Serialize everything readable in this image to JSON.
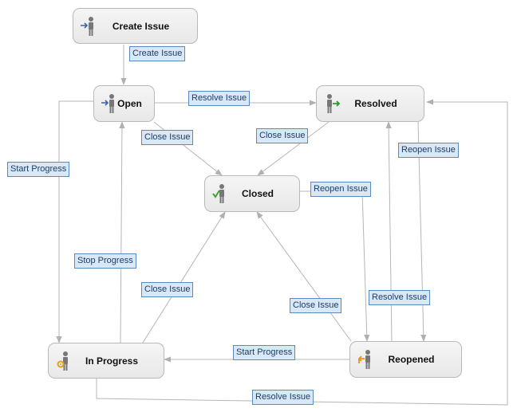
{
  "states": {
    "create_issue": "Create Issue",
    "open": "Open",
    "resolved": "Resolved",
    "closed": "Closed",
    "in_progress": "In Progress",
    "reopened": "Reopened"
  },
  "transitions": {
    "create_issue": "Create Issue",
    "resolve_issue_open": "Resolve Issue",
    "start_progress_open": "Start Progress",
    "close_issue_open": "Close Issue",
    "close_issue_resolved": "Close Issue",
    "reopen_issue_resolved": "Reopen Issue",
    "reopen_issue_closed": "Reopen Issue",
    "stop_progress": "Stop Progress",
    "close_issue_in_progress": "Close Issue",
    "close_issue_reopened": "Close Issue",
    "resolve_issue_reopened": "Resolve Issue",
    "start_progress_reopened": "Start Progress",
    "resolve_issue_in_progress": "Resolve Issue"
  },
  "icons": {
    "create_issue": "person-arrow-in-icon",
    "open": "person-arrow-in-icon",
    "resolved": "person-green-arrow-icon",
    "closed": "person-checkmark-icon",
    "in_progress": "person-gear-icon",
    "reopened": "person-orange-arrow-icon"
  },
  "colors": {
    "label_fill": "#d9e8f7",
    "label_border": "#5b8bbd",
    "edge": "#b5b5b5",
    "check": "#3aa52a",
    "resolved_arrow": "#2a9a2a",
    "reopen_arrow": "#e89420",
    "gear": "#e0a020"
  }
}
